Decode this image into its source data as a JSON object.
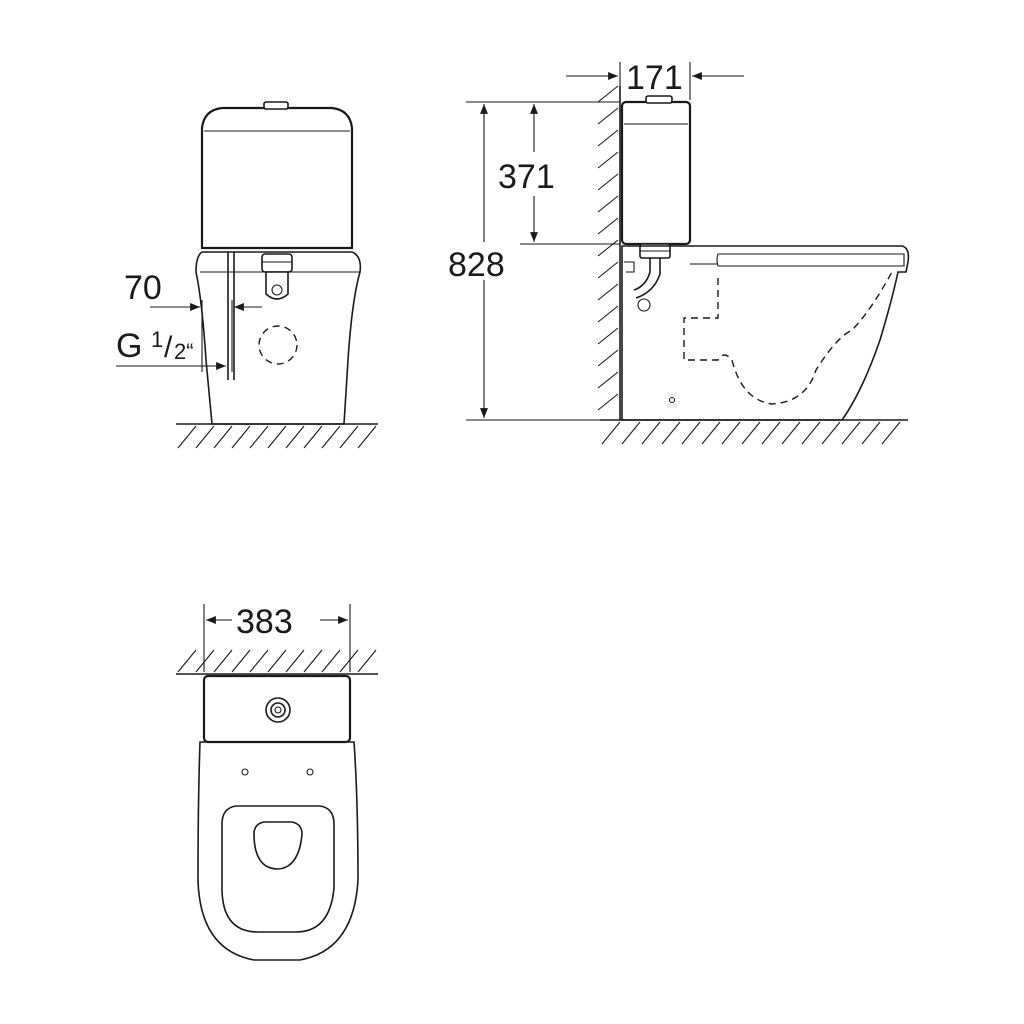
{
  "dimensions": {
    "front_offset": "70",
    "thread_prefix": "G",
    "thread_num": "1",
    "thread_den": "2“",
    "tank_depth": "171",
    "tank_height": "371",
    "total_height": "828",
    "top_width": "383"
  },
  "colors": {
    "line": "#1a1a1a",
    "background": "#ffffff"
  }
}
